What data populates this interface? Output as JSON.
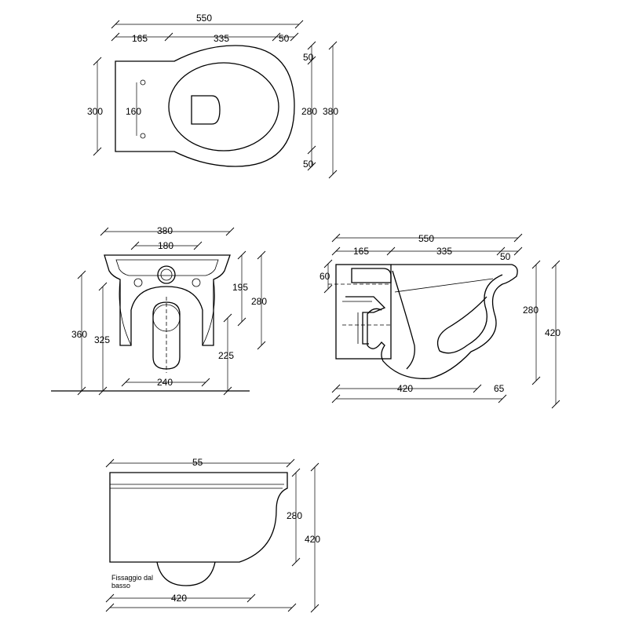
{
  "top_view": {
    "overall_length": "550",
    "rear_length": "165",
    "bowl_length": "335",
    "front_margin": "50",
    "width": "300",
    "fixing_spacing": "160",
    "bowl_width": "280",
    "outer_width": "380",
    "side_margin_top": "50",
    "side_margin_bottom": "50"
  },
  "rear_view": {
    "top_width": "380",
    "inlet_width": "180",
    "fixing_height": "195",
    "body_height": "280",
    "total_height": "360",
    "outlet_height": "325",
    "outlet_axis_height": "225",
    "base_width": "240"
  },
  "side_section": {
    "overall_length": "550",
    "rear_length": "165",
    "bowl_length": "335",
    "front_margin": "50",
    "inlet_height": "60",
    "body_height": "280",
    "total_height": "420",
    "base_length": "420",
    "base_offset": "65"
  },
  "side_elevation": {
    "overall_length": "55",
    "body_height": "280",
    "total_height": "420",
    "base_length": "420",
    "note_line1": "Fissaggio dal",
    "note_line2": "basso"
  }
}
